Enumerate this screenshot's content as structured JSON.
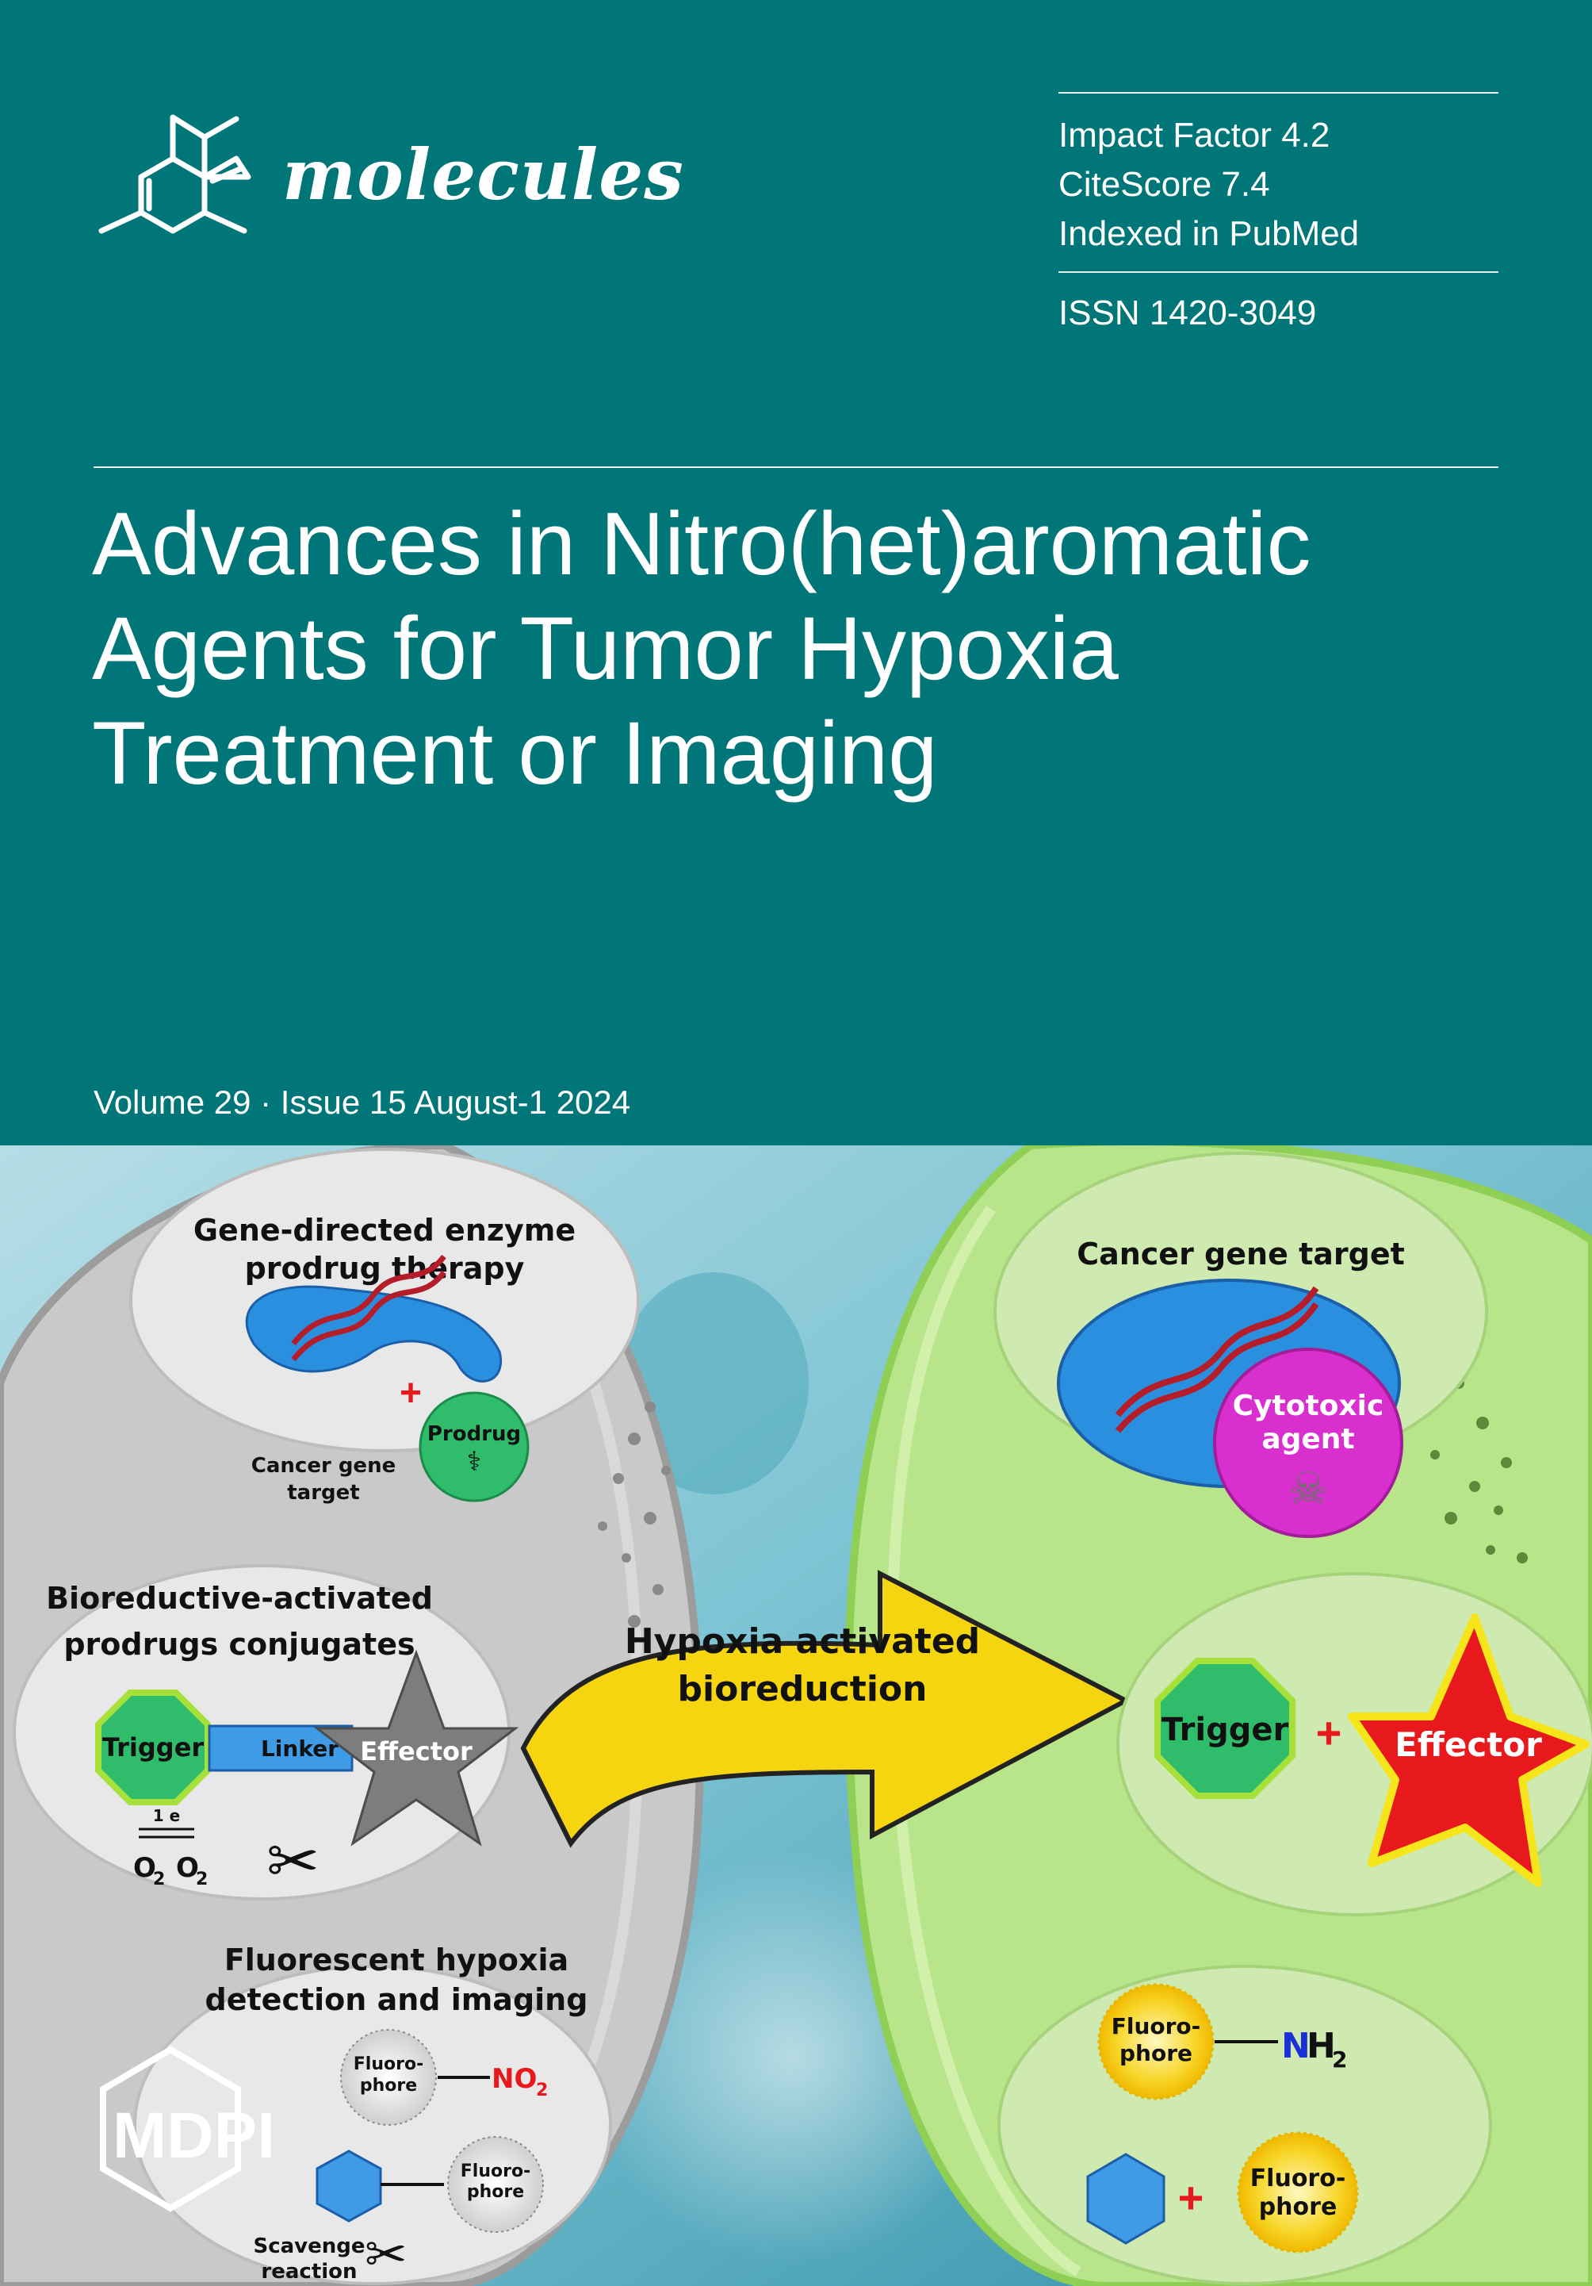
{
  "journal": {
    "name": "molecules",
    "logo_icon": "molecule-structure-icon"
  },
  "metrics": {
    "impact_factor": "Impact Factor 4.2",
    "citescore": "CiteScore 7.4",
    "indexed": "Indexed in PubMed",
    "issn": "ISSN 1420-3049"
  },
  "title_lines": [
    "Advances in Nitro(het)aromatic",
    "Agents for Tumor Hypoxia",
    "Treatment or Imaging"
  ],
  "volume_line": "Volume 29 · Issue 15 August-1 2024",
  "publisher": "MDPI",
  "colors": {
    "teal": "#017678",
    "grey_cell": "#c9c9c9",
    "green_cell": "#b9e58a",
    "arrow": "#f5d410",
    "trigger_green": "#2fbd6c",
    "star_red": "#e8191c",
    "cytotoxic_magenta": "#d92fcf",
    "enzyme_blue": "#2b8fe0"
  },
  "art": {
    "left": {
      "gdept_title": [
        "Gene-directed enzyme",
        "prodrug therapy"
      ],
      "cancer_gene_target_small": [
        "Cancer gene",
        "target"
      ],
      "prodrug": "Prodrug",
      "bioreductive_title": [
        "Bioreductive-activated",
        "prodrugs conjugates"
      ],
      "trigger": "Trigger",
      "linker": "Linker",
      "effector": "Effector",
      "reduction_e": "1 e",
      "o2_left": "O",
      "o2_right": "O",
      "o2_sub": "2",
      "fluorescent_title": [
        "Fluorescent hypoxia",
        "detection and imaging"
      ],
      "fluorophore_a": [
        "Fluoro-",
        "phore"
      ],
      "no2": "NO",
      "no2_sub": "2",
      "fluorophore_b": [
        "Fluoro-",
        "phore"
      ],
      "scavenge": [
        "Scavenge",
        "reaction"
      ]
    },
    "arrow_text": [
      "Hypoxia activated",
      "bioreduction"
    ],
    "right": {
      "cancer_gene_title": "Cancer gene target",
      "cytotoxic": [
        "Cytotoxic",
        "agent"
      ],
      "trigger": "Trigger",
      "effector": "Effector",
      "fluorophore_a": [
        "Fluoro-",
        "phore"
      ],
      "nh2_n": "N",
      "nh2_h": "H",
      "nh2_sub": "2",
      "fluorophore_b": [
        "Fluoro-",
        "phore"
      ]
    }
  }
}
